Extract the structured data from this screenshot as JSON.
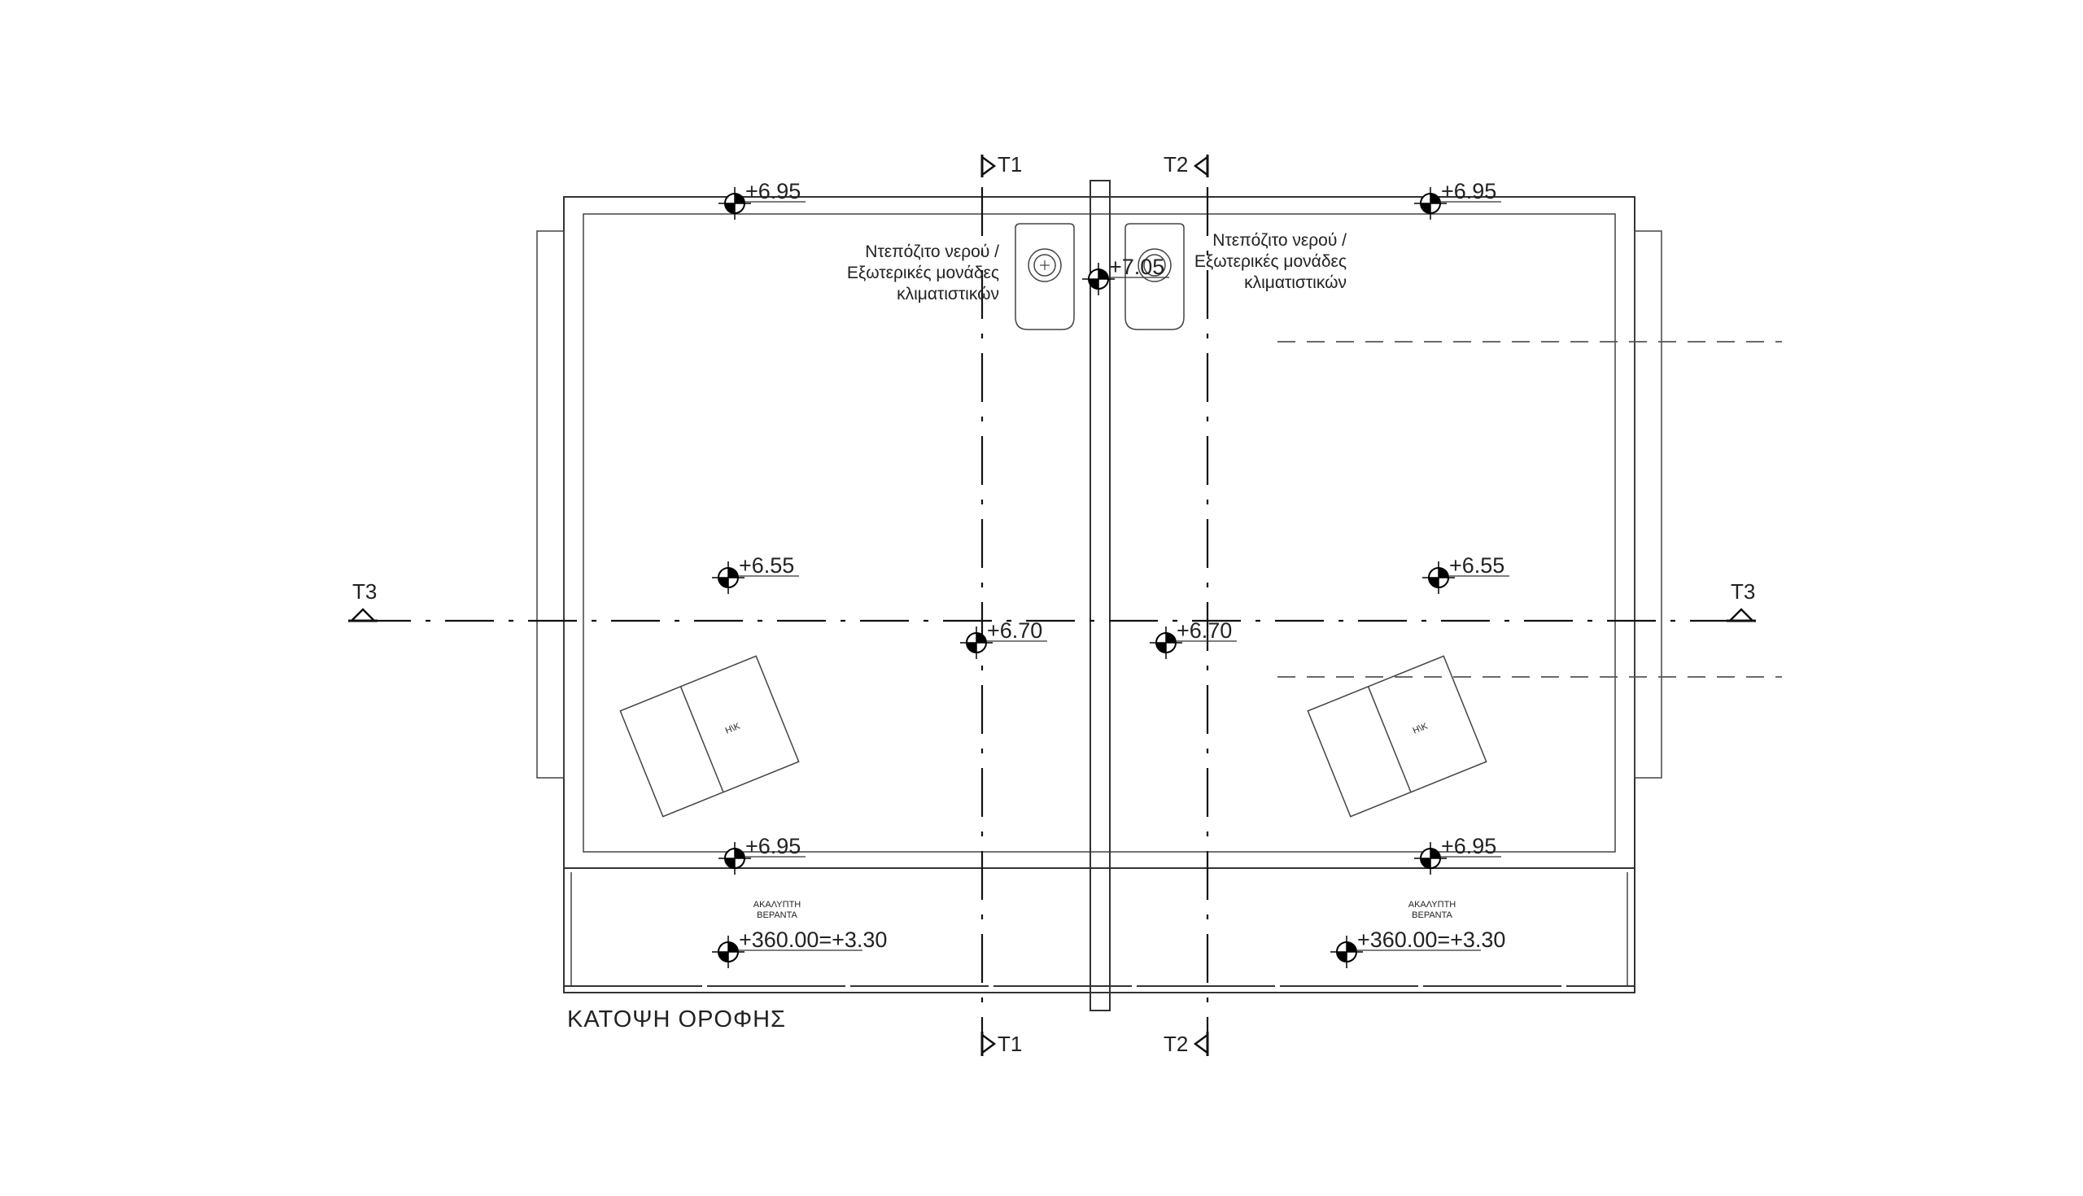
{
  "drawing": {
    "title": "ΚΑΤΟΨΗ ΟΡΟΦΗΣ",
    "section_marks": {
      "t1": "T1",
      "t2": "T2",
      "t3": "T3"
    },
    "levels": {
      "corner": "+6.95",
      "center": "+6.55",
      "ridge": "+6.70",
      "tank": "+7.05",
      "veranda": "+360.00=+3.30"
    },
    "labels": {
      "tank_line1": "Ντεπόζιτο νερού /",
      "tank_line2": "Εξωτερικές μονάδες",
      "tank_line3": "κλιματιστικών",
      "solar": "Η\\Κ",
      "veranda_line1": "ΑΚΑΛΥΠΤΗ",
      "veranda_line2": "ΒΕΡΑΝΤΑ"
    }
  }
}
